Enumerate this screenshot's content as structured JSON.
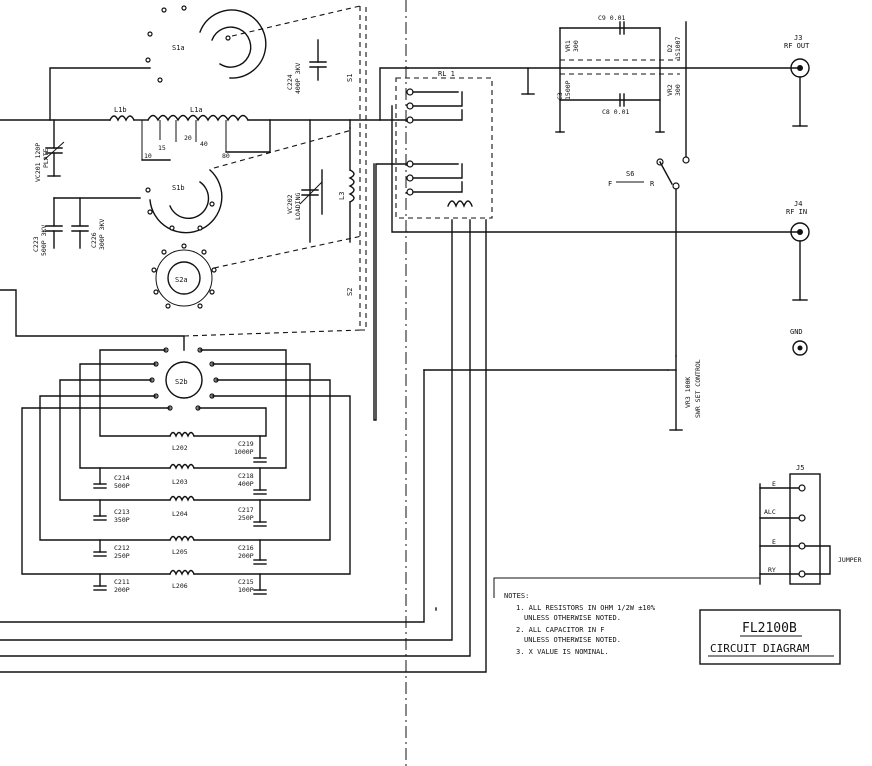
{
  "title_block": {
    "model": "FL2100B",
    "subtitle": "CIRCUIT DIAGRAM"
  },
  "notes": {
    "heading": "NOTES:",
    "lines": [
      "1. ALL RESISTORS IN OHM 1/2W ±10%",
      "UNLESS OTHERWISE NOTED.",
      "2. ALL CAPACITOR IN F",
      "UNLESS OTHERWISE NOTED.",
      "3. X VALUE IS NOMINAL."
    ]
  },
  "connectors": {
    "j3": {
      "ref": "J3",
      "name": "RF OUT"
    },
    "j4": {
      "ref": "J4",
      "name": "RF IN"
    },
    "gnd": {
      "name": "GND"
    },
    "j5": {
      "ref": "J5",
      "pins": [
        "E",
        "ALC",
        "E",
        "RY"
      ],
      "jumper": "JUMPER"
    }
  },
  "switches": {
    "s1a": "S1a",
    "s1b": "S1b",
    "s2a": "S2a",
    "s2b": "S2b",
    "s1": "S1",
    "s2": "S2",
    "s6": "S6",
    "s6_f": "F",
    "s6_r": "R"
  },
  "relay": "RL 1",
  "coils": {
    "l1a": "L1a",
    "l1b": "L1b",
    "l3": "L3"
  },
  "taps": [
    "15",
    "20",
    "40",
    "80",
    "10"
  ],
  "tank_caps": {
    "c224": [
      "C224",
      "400P 3KV"
    ],
    "c223": [
      "C223",
      "500P 3KV"
    ],
    "c226": [
      "C226",
      "300P 3KV"
    ],
    "vc201": [
      "VC201 120P",
      "PLATE"
    ],
    "vc202": [
      "VC202",
      "LOADING"
    ]
  },
  "sensor": {
    "c9": "C9 0.01",
    "c8": "C8 0.01",
    "c3": [
      "C3",
      "1500P"
    ],
    "vr1": [
      "VR1",
      "300"
    ],
    "vr2": [
      "VR2",
      "300"
    ],
    "d2": [
      "D2",
      "1S1007"
    ],
    "vr3": [
      "VR3 100K",
      "SWR SET CONTROL"
    ]
  },
  "filter": {
    "l202": "L202",
    "l203": "L203",
    "l204": "L204",
    "l205": "L205",
    "l206": "L206",
    "c219": [
      "C219",
      "1000P"
    ],
    "c218": [
      "C218",
      "400P"
    ],
    "c217": [
      "C217",
      "250P"
    ],
    "c216": [
      "C216",
      "200P"
    ],
    "c215": [
      "C215",
      "100P"
    ],
    "c214": [
      "C214",
      "500P"
    ],
    "c213": [
      "C213",
      "350P"
    ],
    "c212": [
      "C212",
      "250P"
    ],
    "c211": [
      "C211",
      "200P"
    ]
  }
}
